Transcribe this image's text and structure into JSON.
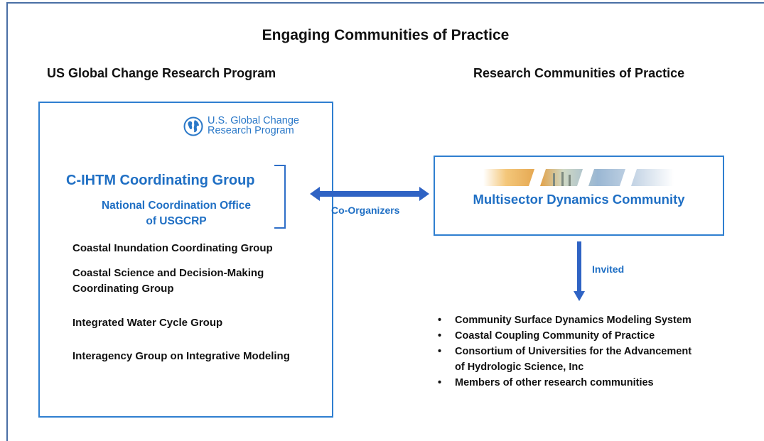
{
  "title": "Engaging Communities of Practice",
  "left_header": "US Global Change Research Program",
  "right_header": "Research Communities of Practice",
  "logo": {
    "icon": "globe-icon",
    "line1": "U.S. Global Change",
    "line2": "Research Program"
  },
  "coordinating_group": {
    "title": "C-IHTM Coordinating Group",
    "office_line1": "National Coordination Office",
    "office_line2": "of USGCRP"
  },
  "groups": [
    {
      "line1": "Coastal Inundation Coordinating Group"
    },
    {
      "line1": "Coastal Science and Decision-Making",
      "line2": "Coordinating Group"
    },
    {
      "line1": "Integrated Water Cycle Group"
    },
    {
      "line1": "Interagency Group on Integrative Modeling"
    }
  ],
  "connector_label": "Co-Organizers",
  "community": {
    "title": "Multisector Dynamics Community"
  },
  "invited_label": "Invited",
  "invited_list": [
    {
      "line1": "Community Surface Dynamics Modeling System"
    },
    {
      "line1": "Coastal Coupling Community of Practice"
    },
    {
      "line1": "Consortium of Universities for the Advancement",
      "line2": "of Hydrologic Science, Inc"
    },
    {
      "line1": "Members of other research communities"
    }
  ],
  "colors": {
    "accent_blue": "#1f6fc4",
    "box_border": "#2f7fd0",
    "arrow_blue": "#2f63c4"
  }
}
